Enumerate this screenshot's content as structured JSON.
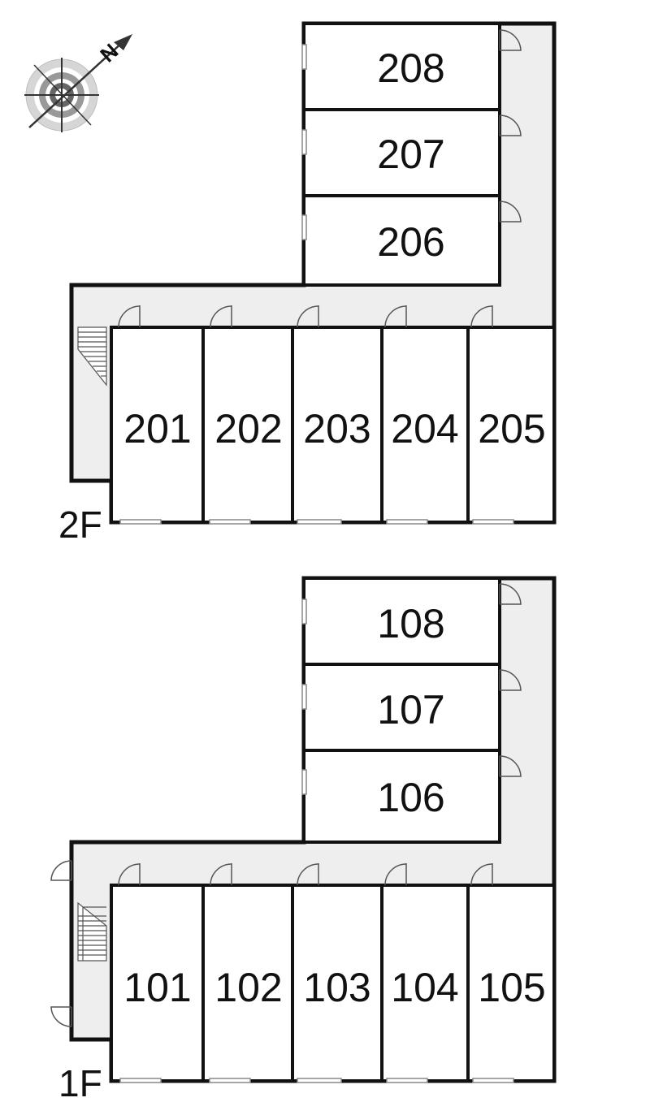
{
  "compass": {
    "north_label": "N",
    "icon": "compass-rose-icon"
  },
  "colors": {
    "corridor": "#eeeeee",
    "wall": "#111111",
    "background": "#ffffff"
  },
  "floors": [
    {
      "id": "2f",
      "label": "2F",
      "rooms": [
        {
          "id": "208",
          "label": "208"
        },
        {
          "id": "207",
          "label": "207"
        },
        {
          "id": "206",
          "label": "206"
        },
        {
          "id": "201",
          "label": "201"
        },
        {
          "id": "202",
          "label": "202"
        },
        {
          "id": "203",
          "label": "203"
        },
        {
          "id": "204",
          "label": "204"
        },
        {
          "id": "205",
          "label": "205"
        }
      ]
    },
    {
      "id": "1f",
      "label": "1F",
      "rooms": [
        {
          "id": "108",
          "label": "108"
        },
        {
          "id": "107",
          "label": "107"
        },
        {
          "id": "106",
          "label": "106"
        },
        {
          "id": "101",
          "label": "101"
        },
        {
          "id": "102",
          "label": "102"
        },
        {
          "id": "103",
          "label": "103"
        },
        {
          "id": "104",
          "label": "104"
        },
        {
          "id": "105",
          "label": "105"
        }
      ]
    }
  ]
}
